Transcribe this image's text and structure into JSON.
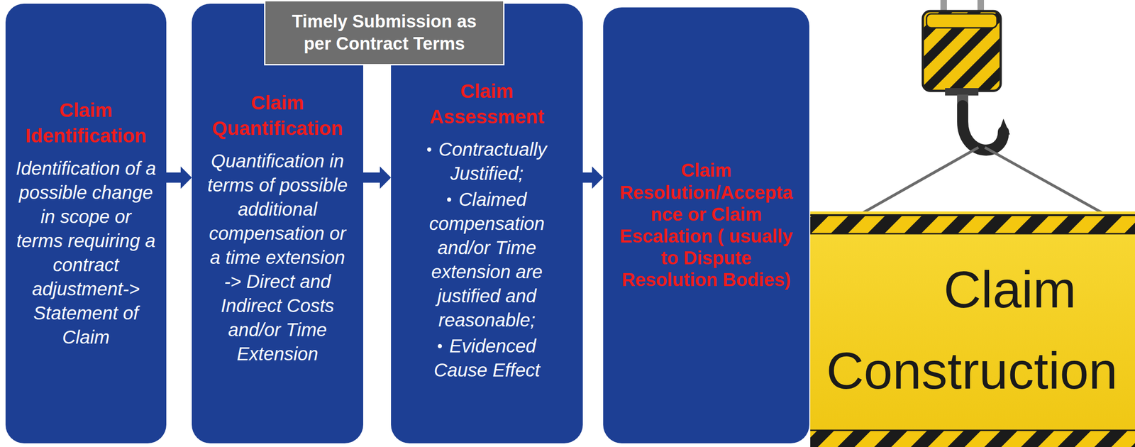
{
  "diagram": {
    "nodes": [
      {
        "text": [
          "Claim Identification",
          "Identification of a possible change in scope or terms requiring a contract adjustment-> Statement of Claim"
        ]
      },
      {
        "text": [
          "Claim Quantification",
          "Quantification in terms of possible additional compensation or a time extension -> Direct and Indirect Costs and/or Time Extension"
        ]
      },
      {
        "text": [
          "Timely Submission as per Contract Terms"
        ]
      },
      {
        "text": [
          "Claim Assessment",
          "Contractually Justified;",
          "Claimed compensation and/or Time extension are justified and reasonable;",
          "Evidenced Cause Effect"
        ]
      },
      {
        "text": [
          "Claim Resolution/Acceptance or Claim Escalation ( usually to Dispute Resolution Bodies)"
        ]
      }
    ],
    "edges": [
      {
        "from": 0,
        "to": 1,
        "arrow": "to"
      },
      {
        "from": 1,
        "to": 3,
        "arrow": "to"
      },
      {
        "from": 3,
        "to": 4,
        "arrow": "to"
      }
    ],
    "labels": [
      "Claim",
      "Construction"
    ]
  }
}
